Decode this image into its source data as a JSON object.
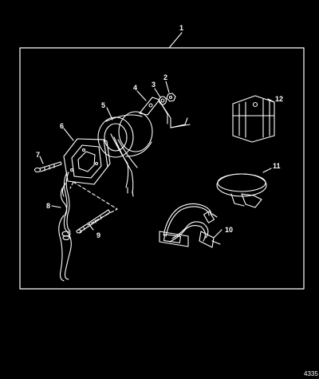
{
  "diagram": {
    "callouts": [
      {
        "id": "callout-1",
        "text": "1"
      },
      {
        "id": "callout-2",
        "text": "2"
      },
      {
        "id": "callout-3",
        "text": "3"
      },
      {
        "id": "callout-4",
        "text": "4"
      },
      {
        "id": "callout-5",
        "text": "5"
      },
      {
        "id": "callout-6",
        "text": "6"
      },
      {
        "id": "callout-7",
        "text": "7"
      },
      {
        "id": "callout-8",
        "text": "8"
      },
      {
        "id": "callout-9",
        "text": "9"
      },
      {
        "id": "callout-10",
        "text": "10"
      },
      {
        "id": "callout-11",
        "text": "11"
      },
      {
        "id": "callout-12",
        "text": "12"
      }
    ],
    "reference_number": "4335"
  },
  "colors": {
    "background": "#000000",
    "line": "#ffffff"
  }
}
